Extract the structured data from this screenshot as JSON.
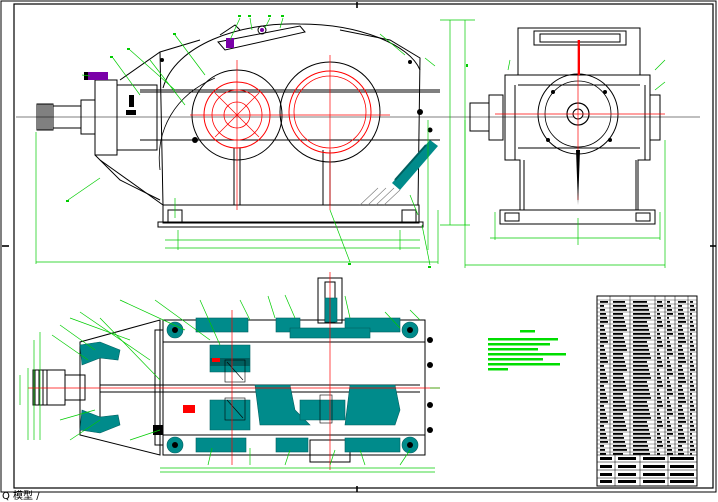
{
  "canvas": {
    "background": "#ffffff"
  },
  "colors": {
    "outline": "#000000",
    "dimension": "#00cc00",
    "centerline": "#ff0000",
    "section_fill": "#008b8b",
    "section_dark": "#005f5f",
    "hatch": "#7a7a7a",
    "highlight": "#7a00a8",
    "note_text": "#00dd00"
  },
  "drawing": {
    "frame": "outer-border",
    "views": [
      "front-elevation-view",
      "side-elevation-view",
      "plan-section-view"
    ],
    "title_block": {
      "present": true,
      "position": "bottom-right"
    },
    "technical_requirements_note": {
      "lines": 8
    }
  },
  "status_bar": {
    "text": "Q 模型 /"
  }
}
